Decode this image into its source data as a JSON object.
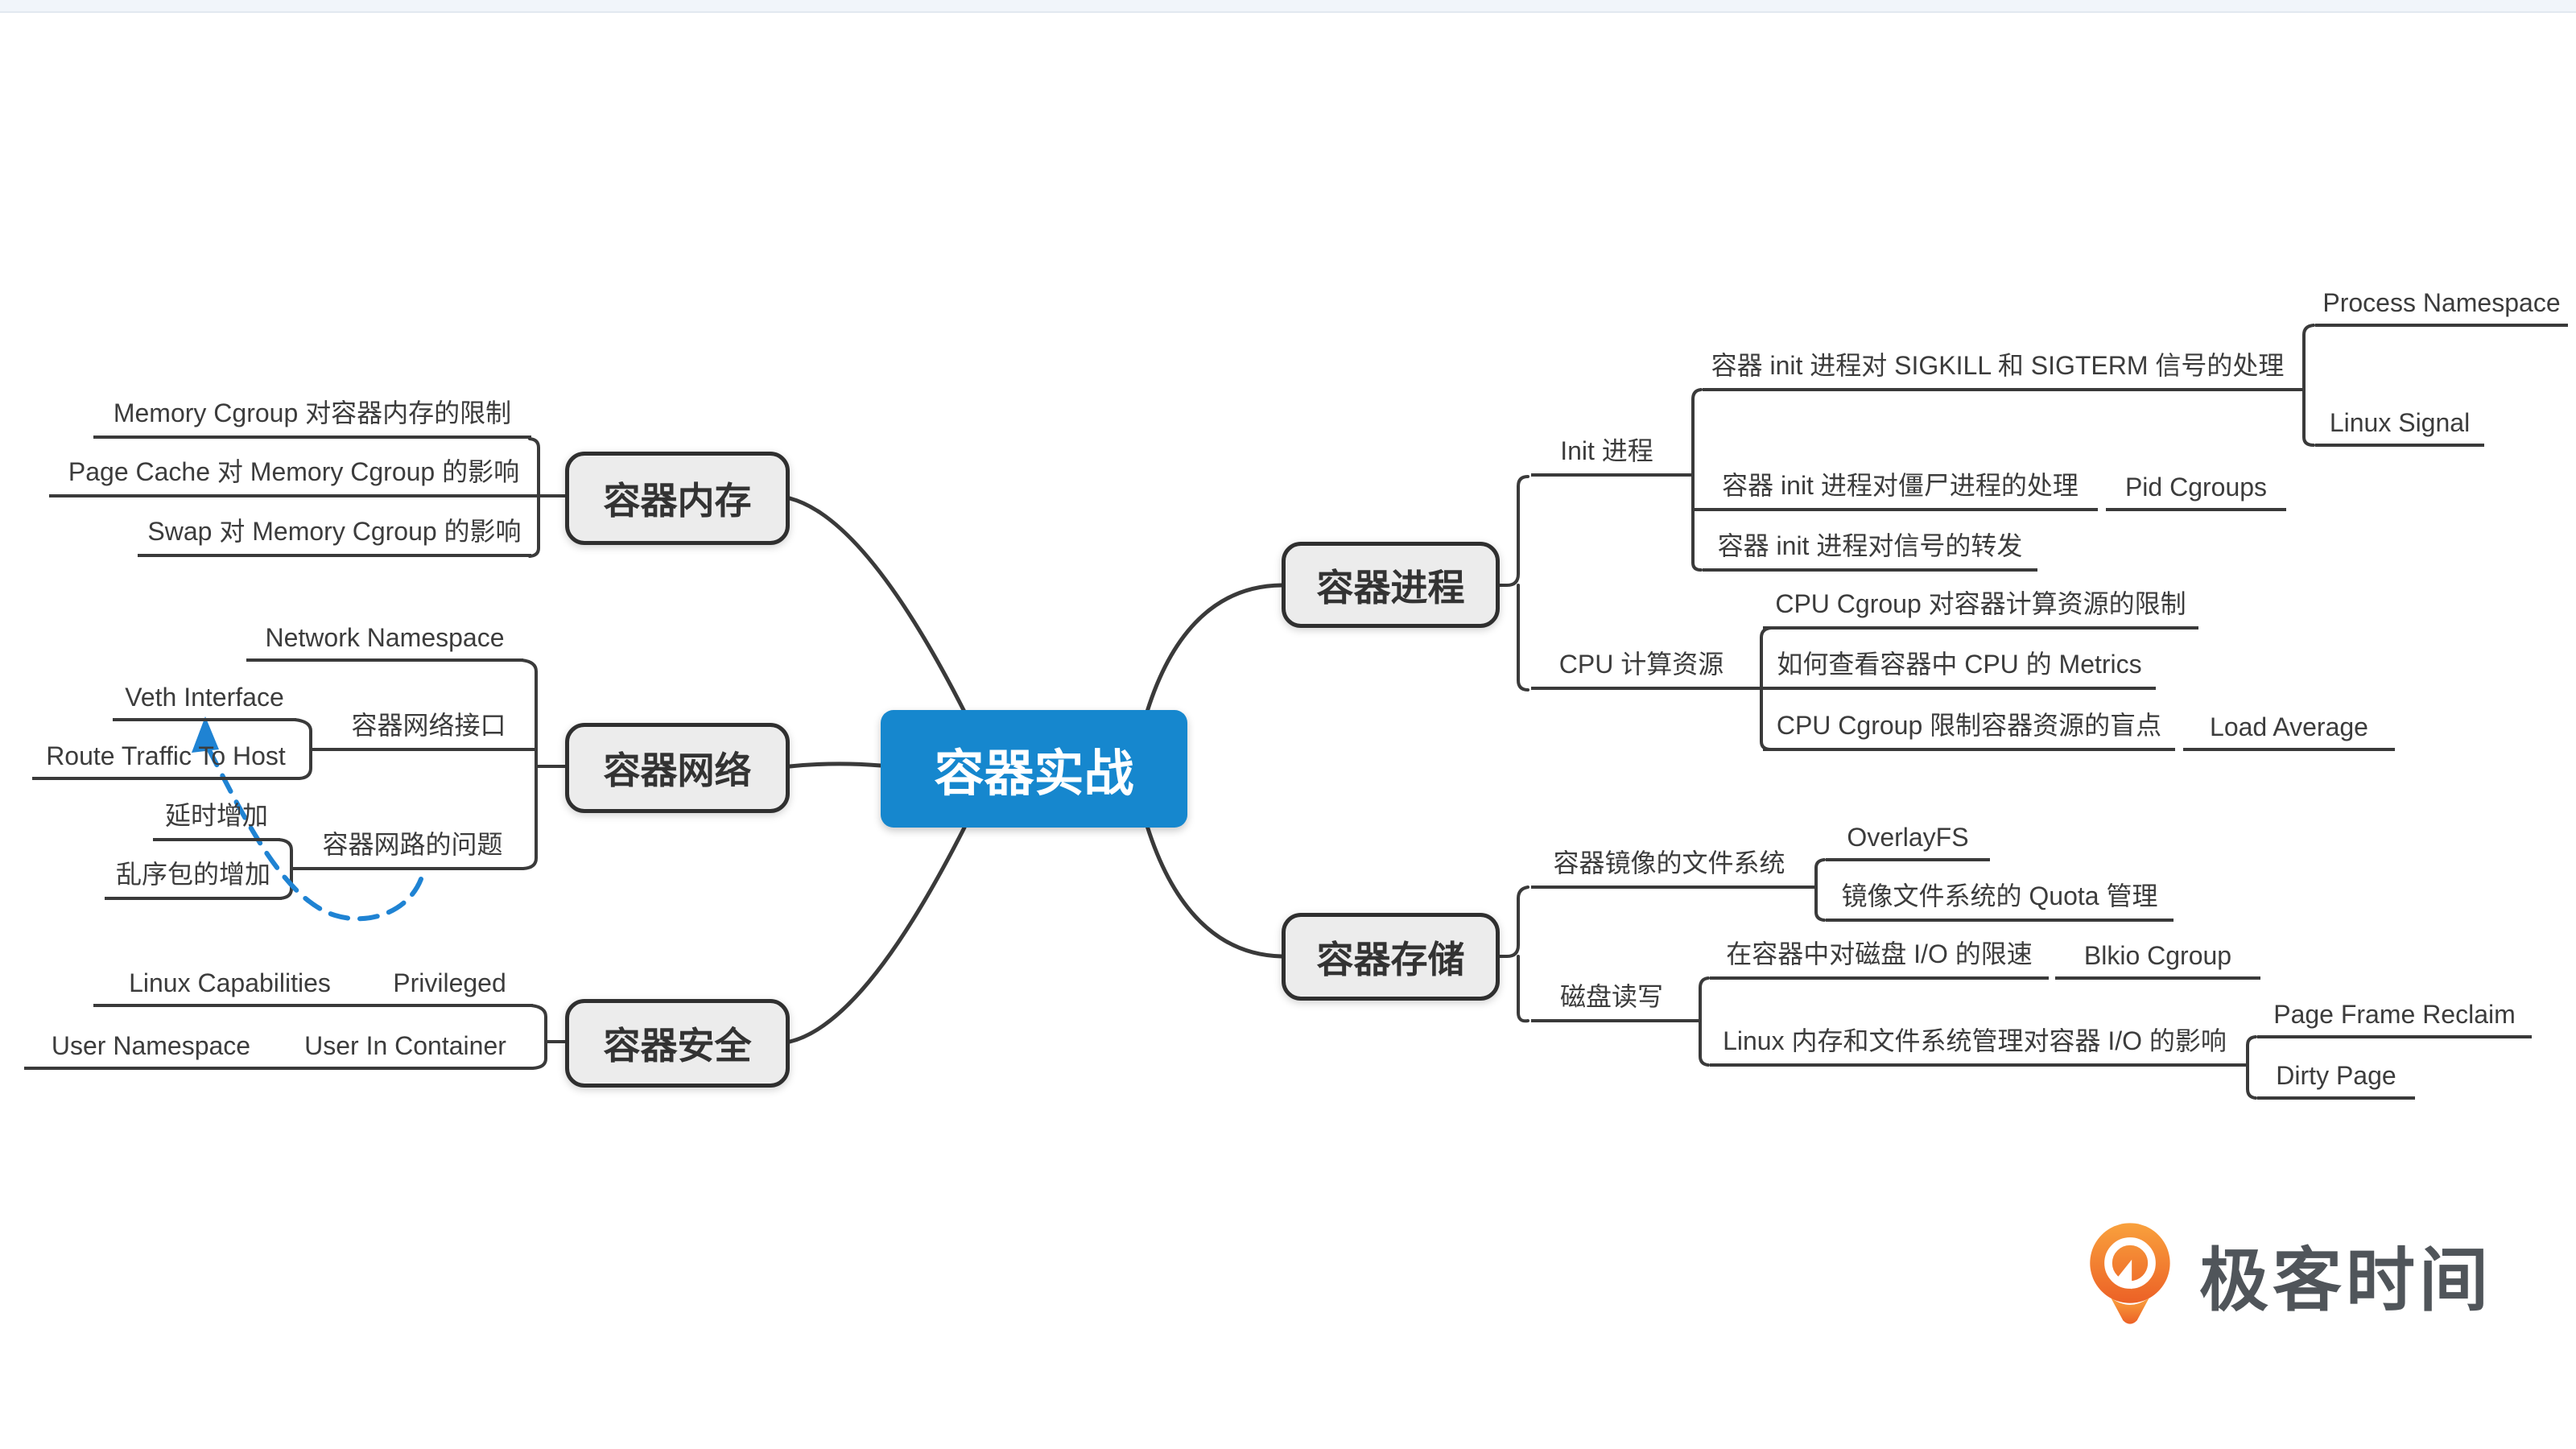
{
  "page": {
    "topbar_color": "#f1f5fa",
    "background": "#ffffff"
  },
  "mindmap": {
    "root": {
      "label": "容器实战",
      "color": "#1687ce"
    },
    "branch_box_fill": "#ececec",
    "line_color": "#3a3a3a",
    "annotation_arrow_color": "#1f83d3",
    "branches": [
      {
        "label": "容器内存",
        "children": [
          {
            "label": "Memory Cgroup 对容器内存的限制"
          },
          {
            "label": "Page Cache 对 Memory Cgroup 的影响"
          },
          {
            "label": "Swap 对 Memory Cgroup 的影响"
          }
        ]
      },
      {
        "label": "容器网络",
        "children": [
          {
            "label": "Network Namespace"
          },
          {
            "label": "容器网络接口",
            "children": [
              {
                "label": "Veth Interface"
              },
              {
                "label": "Route Traffic To Host"
              }
            ]
          },
          {
            "label": "容器网路的问题",
            "children": [
              {
                "label": "延时增加"
              },
              {
                "label": "乱序包的增加"
              }
            ]
          }
        ]
      },
      {
        "label": "容器安全",
        "children": [
          {
            "label": "Privileged",
            "children": [
              {
                "label": "Linux Capabilities"
              }
            ]
          },
          {
            "label": "User In Container",
            "children": [
              {
                "label": "User Namespace"
              }
            ]
          }
        ]
      },
      {
        "label": "容器进程",
        "children": [
          {
            "label": "Init 进程",
            "children": [
              {
                "label": "容器 init 进程对 SIGKILL 和 SIGTERM 信号的处理",
                "children": [
                  {
                    "label": "Process Namespace"
                  },
                  {
                    "label": "Linux Signal"
                  }
                ]
              },
              {
                "label": "容器 init 进程对僵尸进程的处理",
                "children": [
                  {
                    "label": "Pid Cgroups"
                  }
                ]
              },
              {
                "label": "容器 init 进程对信号的转发"
              }
            ]
          },
          {
            "label": "CPU 计算资源",
            "children": [
              {
                "label": "CPU Cgroup 对容器计算资源的限制"
              },
              {
                "label": "如何查看容器中 CPU 的 Metrics"
              },
              {
                "label": "CPU Cgroup 限制容器资源的盲点",
                "children": [
                  {
                    "label": "Load Average"
                  }
                ]
              }
            ]
          }
        ]
      },
      {
        "label": "容器存储",
        "children": [
          {
            "label": "容器镜像的文件系统",
            "children": [
              {
                "label": "OverlayFS"
              },
              {
                "label": "镜像文件系统的 Quota 管理"
              }
            ]
          },
          {
            "label": "磁盘读写",
            "children": [
              {
                "label": "在容器中对磁盘 I/O 的限速",
                "children": [
                  {
                    "label": "Blkio Cgroup"
                  }
                ]
              },
              {
                "label": "Linux 内存和文件系统管理对容器 I/O 的影响",
                "children": [
                  {
                    "label": "Page Frame Reclaim"
                  },
                  {
                    "label": "Dirty Page"
                  }
                ]
              }
            ]
          }
        ]
      }
    ]
  },
  "logo": {
    "text": "极客时间",
    "icon": "geektime-icon",
    "icon_color_top": "#f9a13d",
    "icon_color_bottom": "#ec6126",
    "text_color": "#50555a"
  }
}
